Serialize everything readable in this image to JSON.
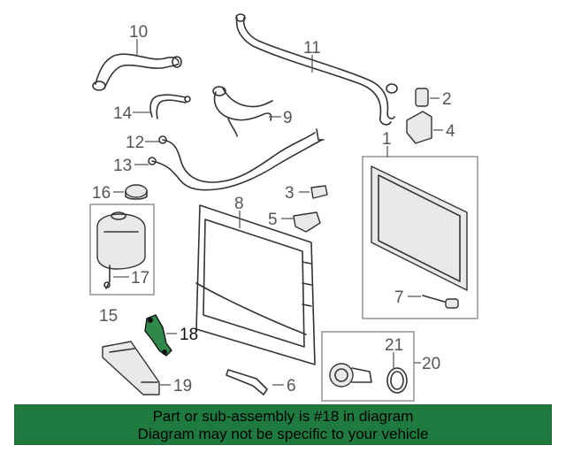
{
  "callouts": {
    "c1": "1",
    "c2": "2",
    "c3": "3",
    "c4": "4",
    "c5": "5",
    "c6": "6",
    "c7": "7",
    "c8": "8",
    "c9": "9",
    "c10": "10",
    "c11": "11",
    "c12": "12",
    "c13": "13",
    "c14": "14",
    "c15": "15",
    "c16": "16",
    "c17": "17",
    "c18": "18",
    "c19": "19",
    "c20": "20",
    "c21": "21"
  },
  "highlight": {
    "part_number": "18",
    "color": "#2f8a4a"
  },
  "banner": {
    "line1": "Part or sub-assembly is #18 in diagram",
    "line2": "Diagram may not be specific to your vehicle",
    "background": "#1f7a40"
  }
}
